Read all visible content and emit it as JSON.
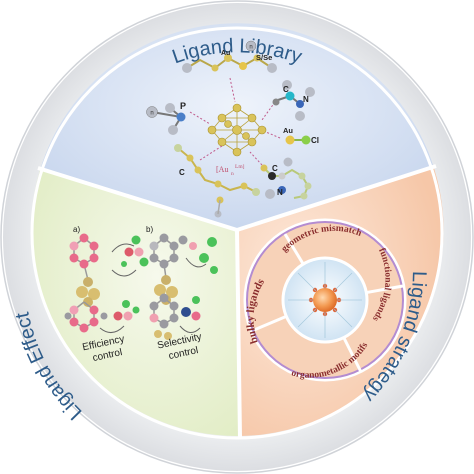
{
  "ring_labels": {
    "library": "Ligand Library",
    "strategy": "Ligand strategy",
    "effect": "Ligand Effect"
  },
  "library": {
    "atom_labels": {
      "n": "n",
      "au_top": "Au",
      "s_se": "S/Se",
      "p": "P",
      "n_left": "n",
      "c_right": "C",
      "n_right": "N",
      "au_right": "Au",
      "cl": "Cl",
      "c_left": "C",
      "c_bottom": "C",
      "n_bottom": "N"
    },
    "cluster_label": "[Au",
    "cluster_sub": "n",
    "cluster_sup": "Lm]"
  },
  "strategy": {
    "segments": {
      "geometric": "geometric mismatch",
      "functional": "functional ligands",
      "organometallic": "organometallic motifs",
      "bulky": "bulky ligands"
    }
  },
  "effect": {
    "panel_a": "a)",
    "panel_b": "b)",
    "efficiency": [
      "Efficiency",
      "control"
    ],
    "selectivity": [
      "Selectivity",
      "control"
    ]
  },
  "colors": {
    "outer_ring": "#e4e5e7",
    "library_bg": "#d7e2f3",
    "strategy_bg": "#f9dcc8",
    "effect_bg": "#eef4dc",
    "divider": "#ffffff",
    "label_text": "#2e5c8a",
    "gold": "#d9c35a",
    "strategy_ring": "#8a6bb5",
    "strategy_text": "#8a2e2e"
  }
}
